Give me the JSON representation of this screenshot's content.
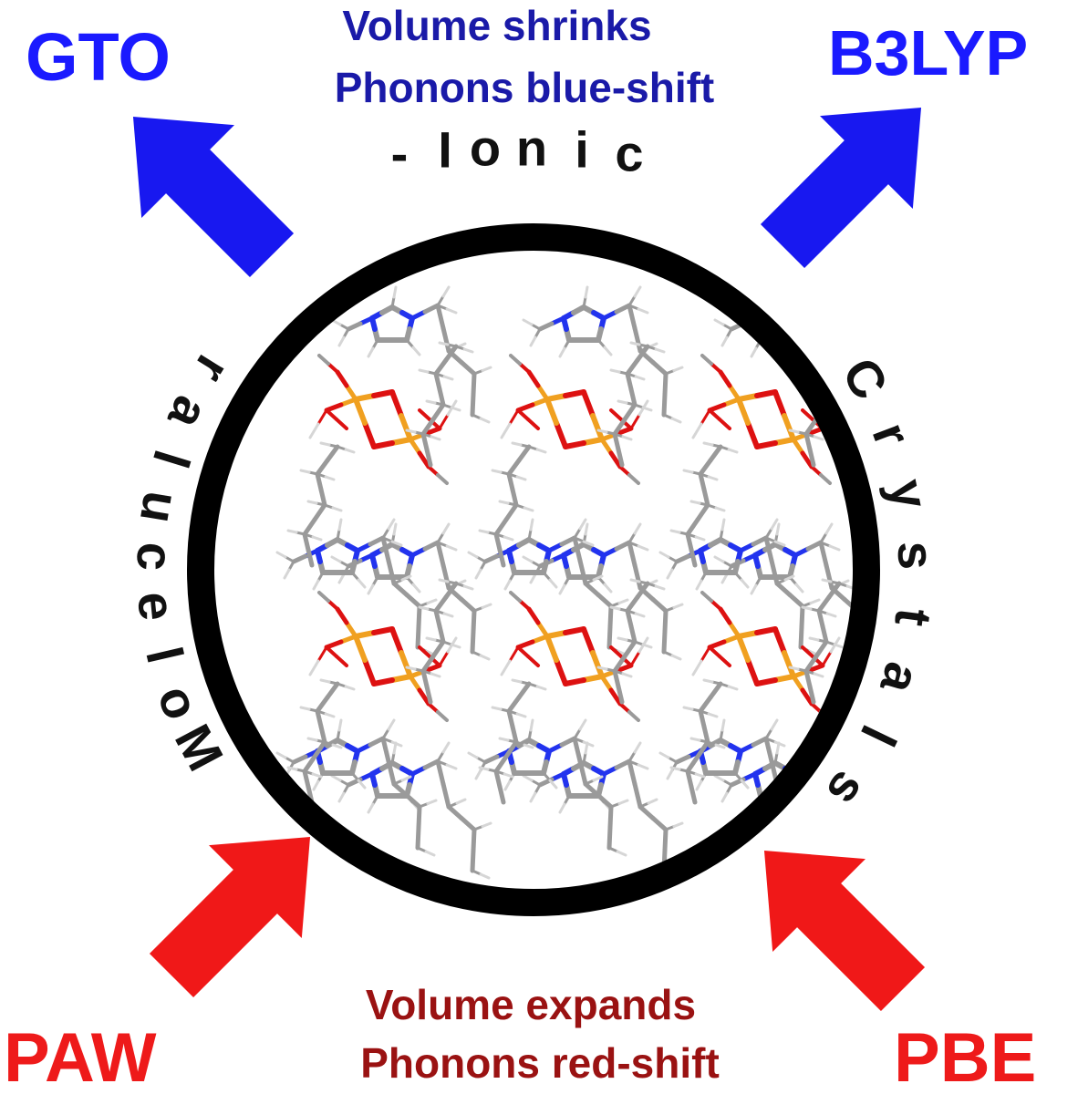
{
  "top_labels": {
    "left": "GTO",
    "right": "B3LYP",
    "line1": "Volume shrinks",
    "line2": "Phonons blue-shift"
  },
  "bottom_labels": {
    "left": "PAW",
    "right": "PBE",
    "line1": "Volume expands",
    "line2": "Phonons red-shift"
  },
  "ring_text": {
    "top": "-Ionic",
    "left": "Molecular",
    "right": "Crystals"
  },
  "colors": {
    "blue_label": "#1a1aff",
    "blue_text": "#1a1aa8",
    "blue_arrow": "#1818f0",
    "red_label": "#ee1a1a",
    "red_text": "#9a1212",
    "red_arrow": "#f01818",
    "ring": "#000000",
    "carbon": "#9a9a9a",
    "hydrogen": "#d6d6d6",
    "nitrogen": "#2233ee",
    "oxygen": "#dd1111",
    "phosphorus": "#f0a020"
  },
  "icons": {
    "top_left_arrow": "arrow-up-left-icon",
    "top_right_arrow": "arrow-up-right-icon",
    "bottom_left_arrow": "arrow-up-right-icon",
    "bottom_right_arrow": "arrow-up-left-icon"
  }
}
